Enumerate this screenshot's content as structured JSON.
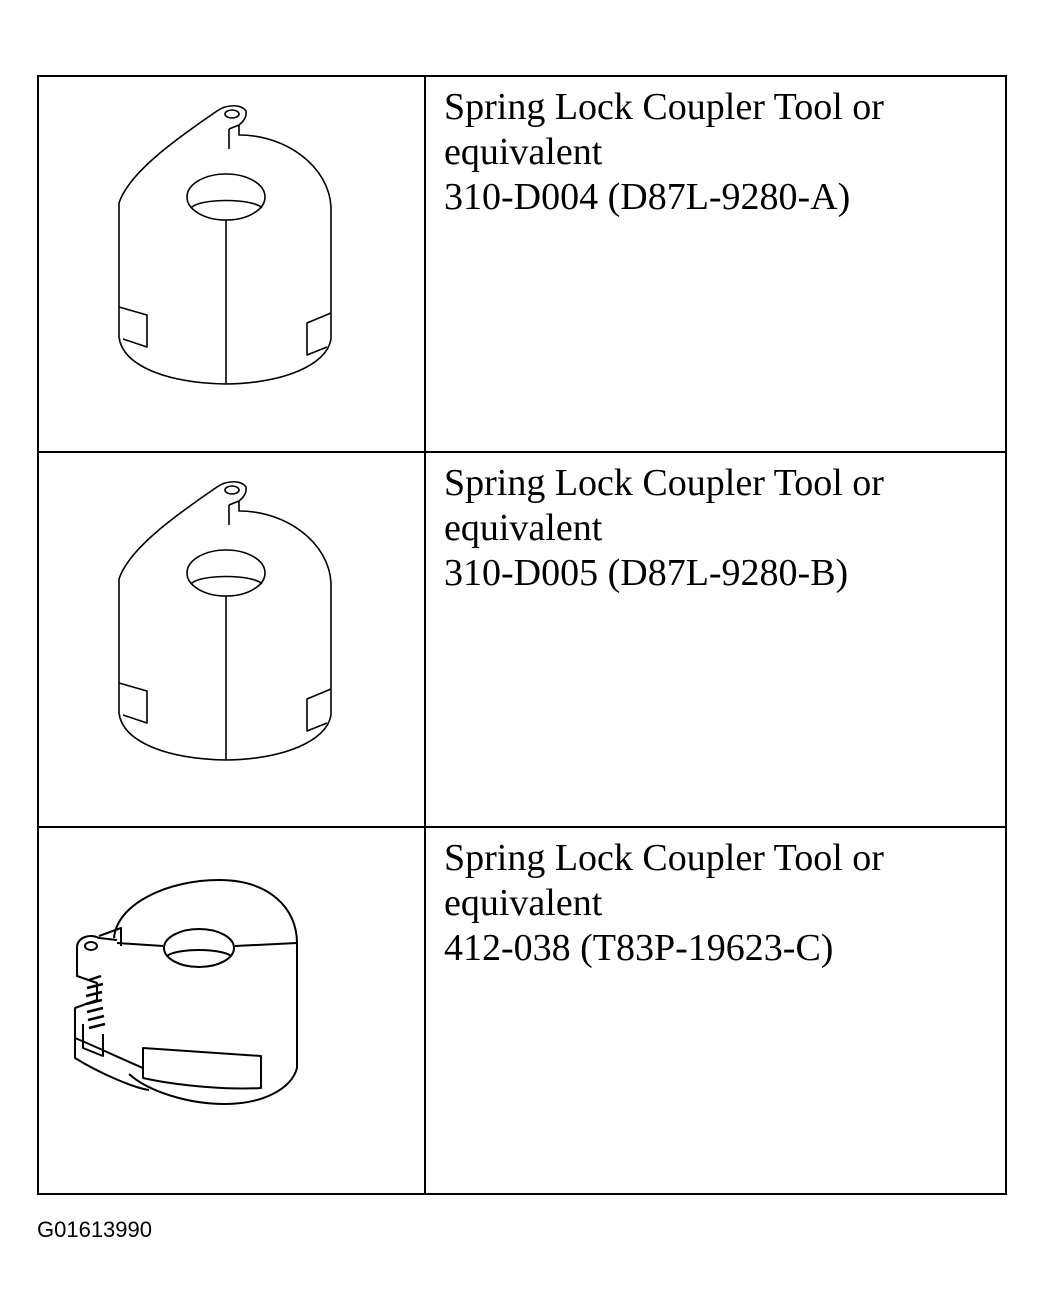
{
  "tools": [
    {
      "name_line1": "Spring Lock Coupler Tool or",
      "name_line2": "equivalent",
      "part_number": "310-D004 (D87L-9280-A)",
      "illustration": "coupler-tool-small-icon"
    },
    {
      "name_line1": "Spring Lock Coupler Tool or",
      "name_line2": "equivalent",
      "part_number": "310-D005 (D87L-9280-B)",
      "illustration": "coupler-tool-large-icon"
    },
    {
      "name_line1": "Spring Lock Coupler Tool or",
      "name_line2": "equivalent",
      "part_number": "412-038 (T83P-19623-C)",
      "illustration": "spring-coupler-tool-icon"
    }
  ],
  "figure_id": "G01613990"
}
